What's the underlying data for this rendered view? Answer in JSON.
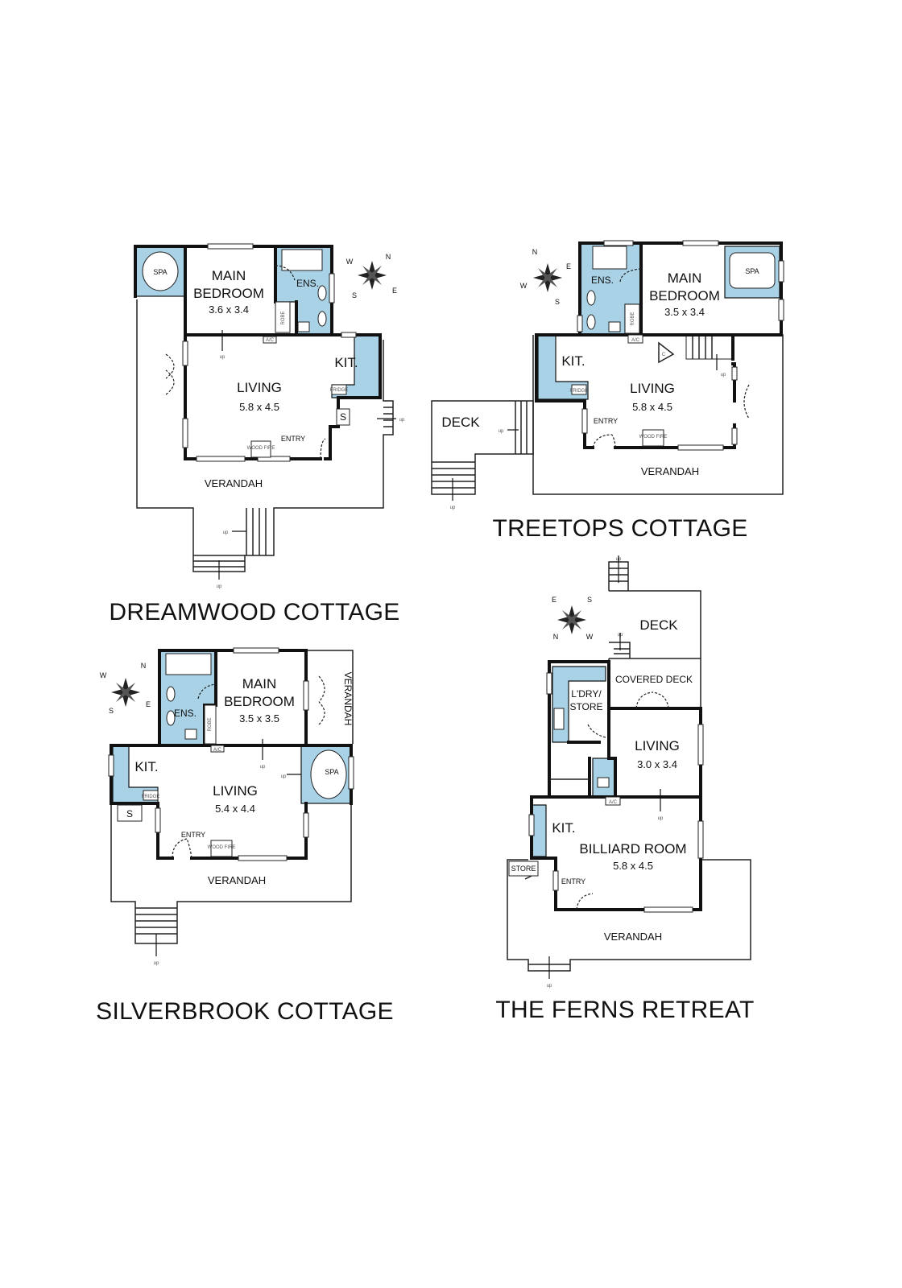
{
  "dreamwood": {
    "title": "DREAMWOOD COTTAGE",
    "spa": "SPA",
    "main_bedroom": "MAIN\nBEDROOM",
    "main_bedroom_l1": "MAIN",
    "main_bedroom_l2": "BEDROOM",
    "main_bedroom_dim": "3.6 x 3.4",
    "ens": "ENS.",
    "robe": "ROBE",
    "ac": "A/C",
    "kit": "KIT.",
    "fridge": "FRIDGE",
    "living": "LIVING",
    "living_dim": "5.8 x 4.5",
    "s": "S",
    "wood_fire": "WOOD FIRE",
    "entry": "ENTRY",
    "verandah": "VERANDAH",
    "up": "up",
    "compass": [
      "W",
      "S",
      "E",
      "N"
    ]
  },
  "treetops": {
    "title": "TREETOPS COTTAGE",
    "ens": "ENS.",
    "main_bedroom_l1": "MAIN",
    "main_bedroom_l2": "BEDROOM",
    "main_bedroom_dim": "3.5 x 3.4",
    "spa": "SPA",
    "robe": "ROBE",
    "ac": "A/C",
    "c": "C",
    "kit": "KIT.",
    "fridge": "FRIDGE",
    "living": "LIVING",
    "living_dim": "5.8 x 4.5",
    "deck": "DECK",
    "entry": "ENTRY",
    "wood_fire": "WOOD FIRE",
    "verandah": "VERANDAH",
    "up": "up",
    "compass": [
      "N",
      "W",
      "S",
      "E"
    ]
  },
  "silverbrook": {
    "title": "SILVERBROOK COTTAGE",
    "ens": "ENS.",
    "main_bedroom_l1": "MAIN",
    "main_bedroom_l2": "BEDROOM",
    "main_bedroom_dim": "3.5 x 3.5",
    "robe": "ROBE",
    "ac": "A/C",
    "verandah_side": "VERANDAH",
    "kit": "KIT.",
    "fridge": "FRIDGE",
    "living": "LIVING",
    "living_dim": "5.4 x 4.4",
    "spa": "SPA",
    "s": "S",
    "entry": "ENTRY",
    "wood_fire": "WOOD FIRE",
    "verandah": "VERANDAH",
    "up": "up",
    "compass": [
      "N",
      "W",
      "S",
      "E"
    ]
  },
  "ferns": {
    "title": "THE FERNS RETREAT",
    "deck": "DECK",
    "covered_deck": "COVERED DECK",
    "ldry_l1": "L'DRY/",
    "ldry_l2": "STORE",
    "living": "LIVING",
    "living_dim": "3.0 x 3.4",
    "ac": "A/C",
    "kit": "KIT.",
    "billiard": "BILLIARD ROOM",
    "billiard_dim": "5.8 x 4.5",
    "store": "STORE",
    "entry": "ENTRY",
    "verandah": "VERANDAH",
    "up": "up",
    "compass": [
      "E",
      "N",
      "W",
      "S"
    ]
  }
}
